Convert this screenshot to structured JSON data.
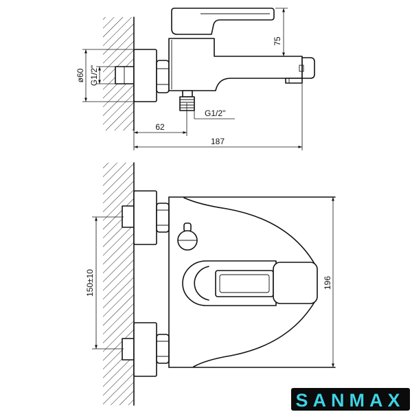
{
  "dimensions": {
    "handle_height": "75",
    "escutcheon_diameter": "ø60",
    "wall_thread": "G1/2\"",
    "diverter_thread": "G1/2''",
    "wall_to_diverter": "62",
    "total_length": "187",
    "center_distance": "150±10",
    "body_height": "196"
  },
  "logo": {
    "text": "SANMAX",
    "text_color": "#3fd2e4",
    "background": "#0b0b0b"
  },
  "colors": {
    "line": "#111111",
    "paper": "#ffffff"
  }
}
